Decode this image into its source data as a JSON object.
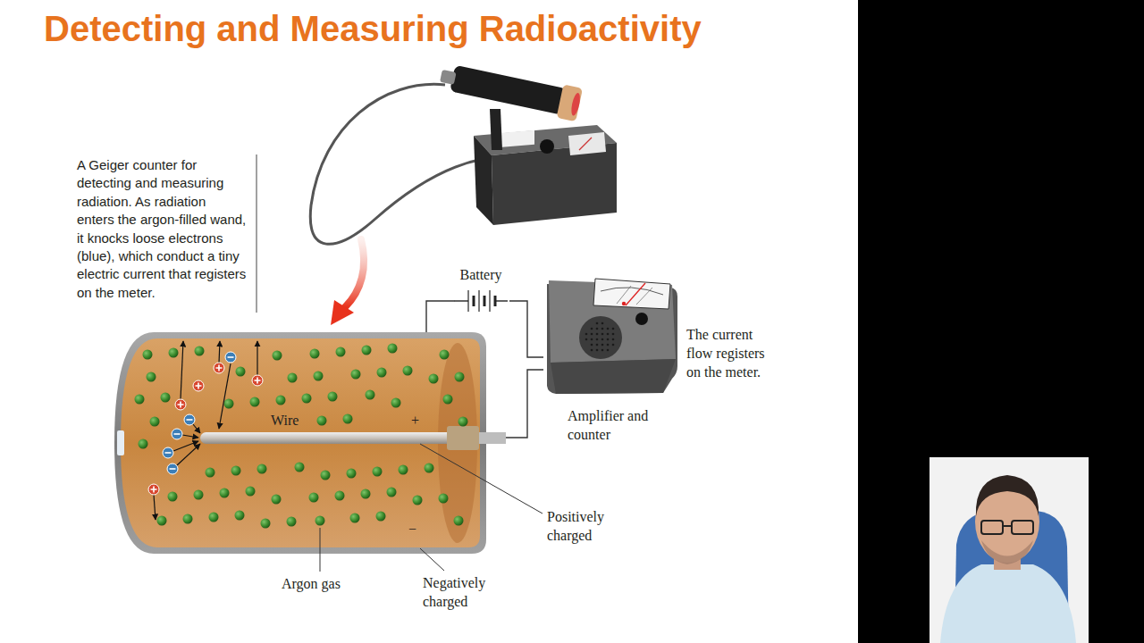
{
  "diagram": {
    "title": "Detecting and Measuring Radioactivity",
    "caption": "A Geiger counter for detecting and measuring radiation. As radiation enters the argon-filled wand, it knocks loose electrons (blue), which conduct a tiny electric current that registers on the meter.",
    "nodes": [
      {
        "text": [
          "Battery"
        ]
      },
      {
        "text": [
          "Amplifier and counter"
        ]
      },
      {
        "text": [
          "Wire",
          "+",
          "−"
        ]
      }
    ],
    "edges": [
      {
        "from": 0,
        "to": 2,
        "arrow": "none"
      },
      {
        "from": 0,
        "to": 1,
        "arrow": "none"
      },
      {
        "from": 1,
        "to": 2,
        "arrow": "none"
      }
    ],
    "labels": [
      "The current flow registers on the meter.",
      "Positively charged",
      "Argon gas",
      "Negatively charged"
    ]
  }
}
